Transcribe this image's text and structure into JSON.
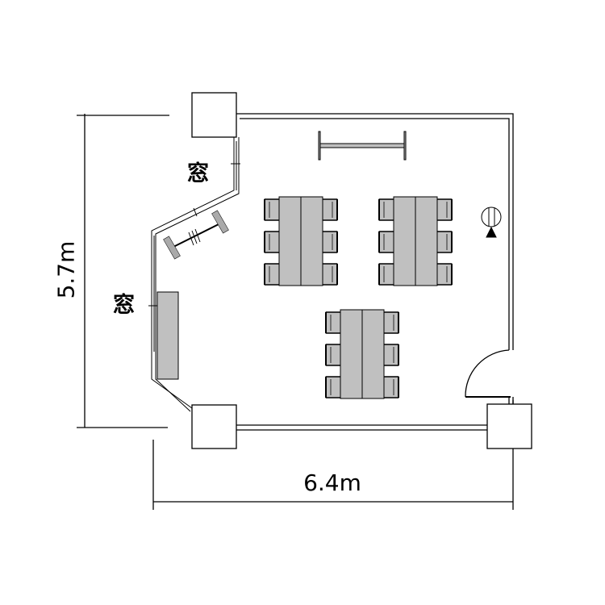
{
  "labels": {
    "window_top": "窓",
    "window_left": "窓",
    "height_dimension": "5.7m",
    "width_dimension": "6.4m"
  },
  "colors": {
    "furniture": "#c0c0c0",
    "line": "#000000"
  },
  "furniture": {
    "tables": [
      {
        "name": "table-group-1",
        "chairs_per_side": 3
      },
      {
        "name": "table-group-2",
        "chairs_per_side": 3
      },
      {
        "name": "table-group-3",
        "chairs_per_side": 3
      }
    ]
  }
}
